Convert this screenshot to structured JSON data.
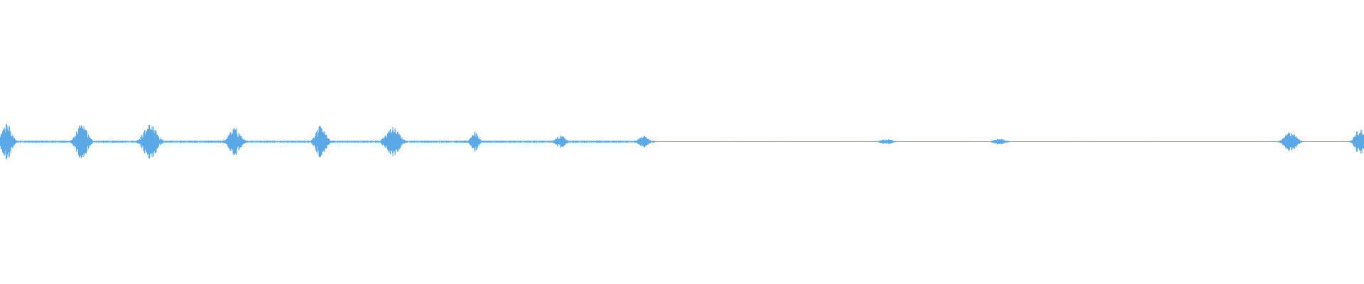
{
  "waveform": {
    "color": "#5aa9e6",
    "background": "#ffffff",
    "baseline_amplitude": 0.03,
    "bursts": [
      {
        "time": 0.005,
        "amplitude": 0.55,
        "duration": 0.01
      },
      {
        "time": 0.06,
        "amplitude": 0.5,
        "duration": 0.012
      },
      {
        "time": 0.11,
        "amplitude": 0.52,
        "duration": 0.014
      },
      {
        "time": 0.172,
        "amplitude": 0.4,
        "duration": 0.012
      },
      {
        "time": 0.235,
        "amplitude": 0.45,
        "duration": 0.011
      },
      {
        "time": 0.288,
        "amplitude": 0.42,
        "duration": 0.014
      },
      {
        "time": 0.348,
        "amplitude": 0.3,
        "duration": 0.008
      },
      {
        "time": 0.411,
        "amplitude": 0.18,
        "duration": 0.01
      },
      {
        "time": 0.472,
        "amplitude": 0.17,
        "duration": 0.01
      },
      {
        "time": 0.65,
        "amplitude": 0.08,
        "duration": 0.012
      },
      {
        "time": 0.733,
        "amplitude": 0.09,
        "duration": 0.012
      },
      {
        "time": 0.946,
        "amplitude": 0.3,
        "duration": 0.012
      },
      {
        "time": 0.997,
        "amplitude": 0.4,
        "duration": 0.01
      }
    ],
    "active_region_end": 0.48
  }
}
